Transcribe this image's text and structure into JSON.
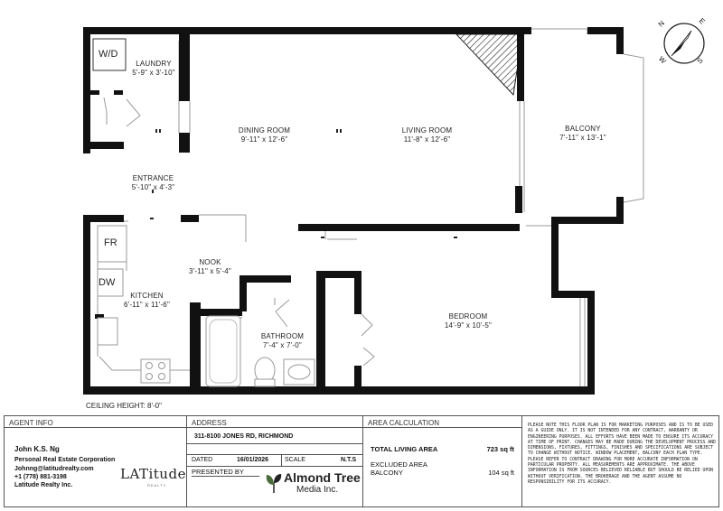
{
  "rooms": {
    "laundry": {
      "name": "LAUNDRY",
      "dims": "5'-9\" x 3'-10\""
    },
    "dining": {
      "name": "DINING ROOM",
      "dims": "9'-11\" x 12'-6\""
    },
    "living": {
      "name": "LIVING ROOM",
      "dims": "11'-8\" x 12'-6\""
    },
    "balcony": {
      "name": "BALCONY",
      "dims": "7'-11\" x 13'-1\""
    },
    "entrance": {
      "name": "ENTRANCE",
      "dims": "5'-10\" x 4'-3\""
    },
    "nook": {
      "name": "NOOK",
      "dims": "3'-11\" x 5'-4\""
    },
    "kitchen": {
      "name": "KITCHEN",
      "dims": "6'-11\" x 11'-6\""
    },
    "bathroom": {
      "name": "BATHROOM",
      "dims": "7'-4\" x 7'-0\""
    },
    "bedroom": {
      "name": "BEDROOM",
      "dims": "14'-9\" x 10'-5\""
    }
  },
  "fixtures": {
    "wd": "W/D",
    "fr": "FR",
    "dw": "DW"
  },
  "compass": {
    "n": "N",
    "e": "E",
    "s": "S",
    "w": "W"
  },
  "ceiling_height": "CEILING HEIGHT: 8'-0\"",
  "title_block": {
    "agent_info_head": "AGENT INFO",
    "agent_name": "John K.S. Ng",
    "agent_corp": "Personal Real Estate Corporation",
    "agent_email": "Johnng@latitudrealty.com",
    "agent_phone": "+1 (778) 881-3198",
    "agent_brokerage": "Latitude Realty Inc.",
    "brokerage_logo": "LATitude",
    "brokerage_logo_sub": "REALTY",
    "address_head": "ADDRESS",
    "address": "311-8100 JONES RD, RICHMOND",
    "dated_label": "DATED",
    "dated_value": "16/01/2026",
    "scale_label": "SCALE",
    "scale_value": "N.T.S",
    "presented_label": "PRESENTED BY",
    "presenter_name": "Almond Tree",
    "presenter_sub": "Media Inc.",
    "area_head": "AREA CALCULATION",
    "total_living_label": "TOTAL LIVING AREA",
    "total_living_value": "723 sq ft",
    "excluded_label": "EXCLUDED AREA",
    "balcony_label": "BALCONY",
    "balcony_value": "104 sq ft",
    "disclaimer": "PLEASE NOTE THIS FLOOR PLAN IS FOR MARKETING PURPOSES AND IS TO BE USED AS A GUIDE ONLY. IT IS NOT INTENDED FOR ANY CONTRACT, WARRANTY OR ENGINEERING PURPOSES. ALL EFFORTS HAVE BEEN MADE TO ENSURE ITS ACCURACY AT TIME OF PRINT. CHANGES MAY BE MADE DURING THE DEVELOPMENT PROCESS AND DIMENSIONS, FIXTURES, FITTINGS, FINISHES AND SPECIFICATIONS ARE SUBJECT TO CHANGE WITHOUT NOTICE. WINDOW PLACEMENT, BALCONY EACH PLAN TYPE. PLEASE REFER TO CONTRACT DRAWING FOR MORE ACCURATE INFORMATION ON PARTICULAR PROPERTY. ALL MEASUREMENTS ARE APPROXIMATE. THE ABOVE INFORMATION IS FROM SOURCES BELIEVED RELIABLE BUT SHOULD BE RELIED UPON WITHOUT VERIFICATION. THE BROKERAGE AND THE AGENT ASSUME NO RESPONSIBILITY FOR ITS ACCURACY."
  },
  "colors": {
    "wall": "#111111",
    "thin_line": "#9a9a9a",
    "accent_green": "#4a6b3a"
  }
}
